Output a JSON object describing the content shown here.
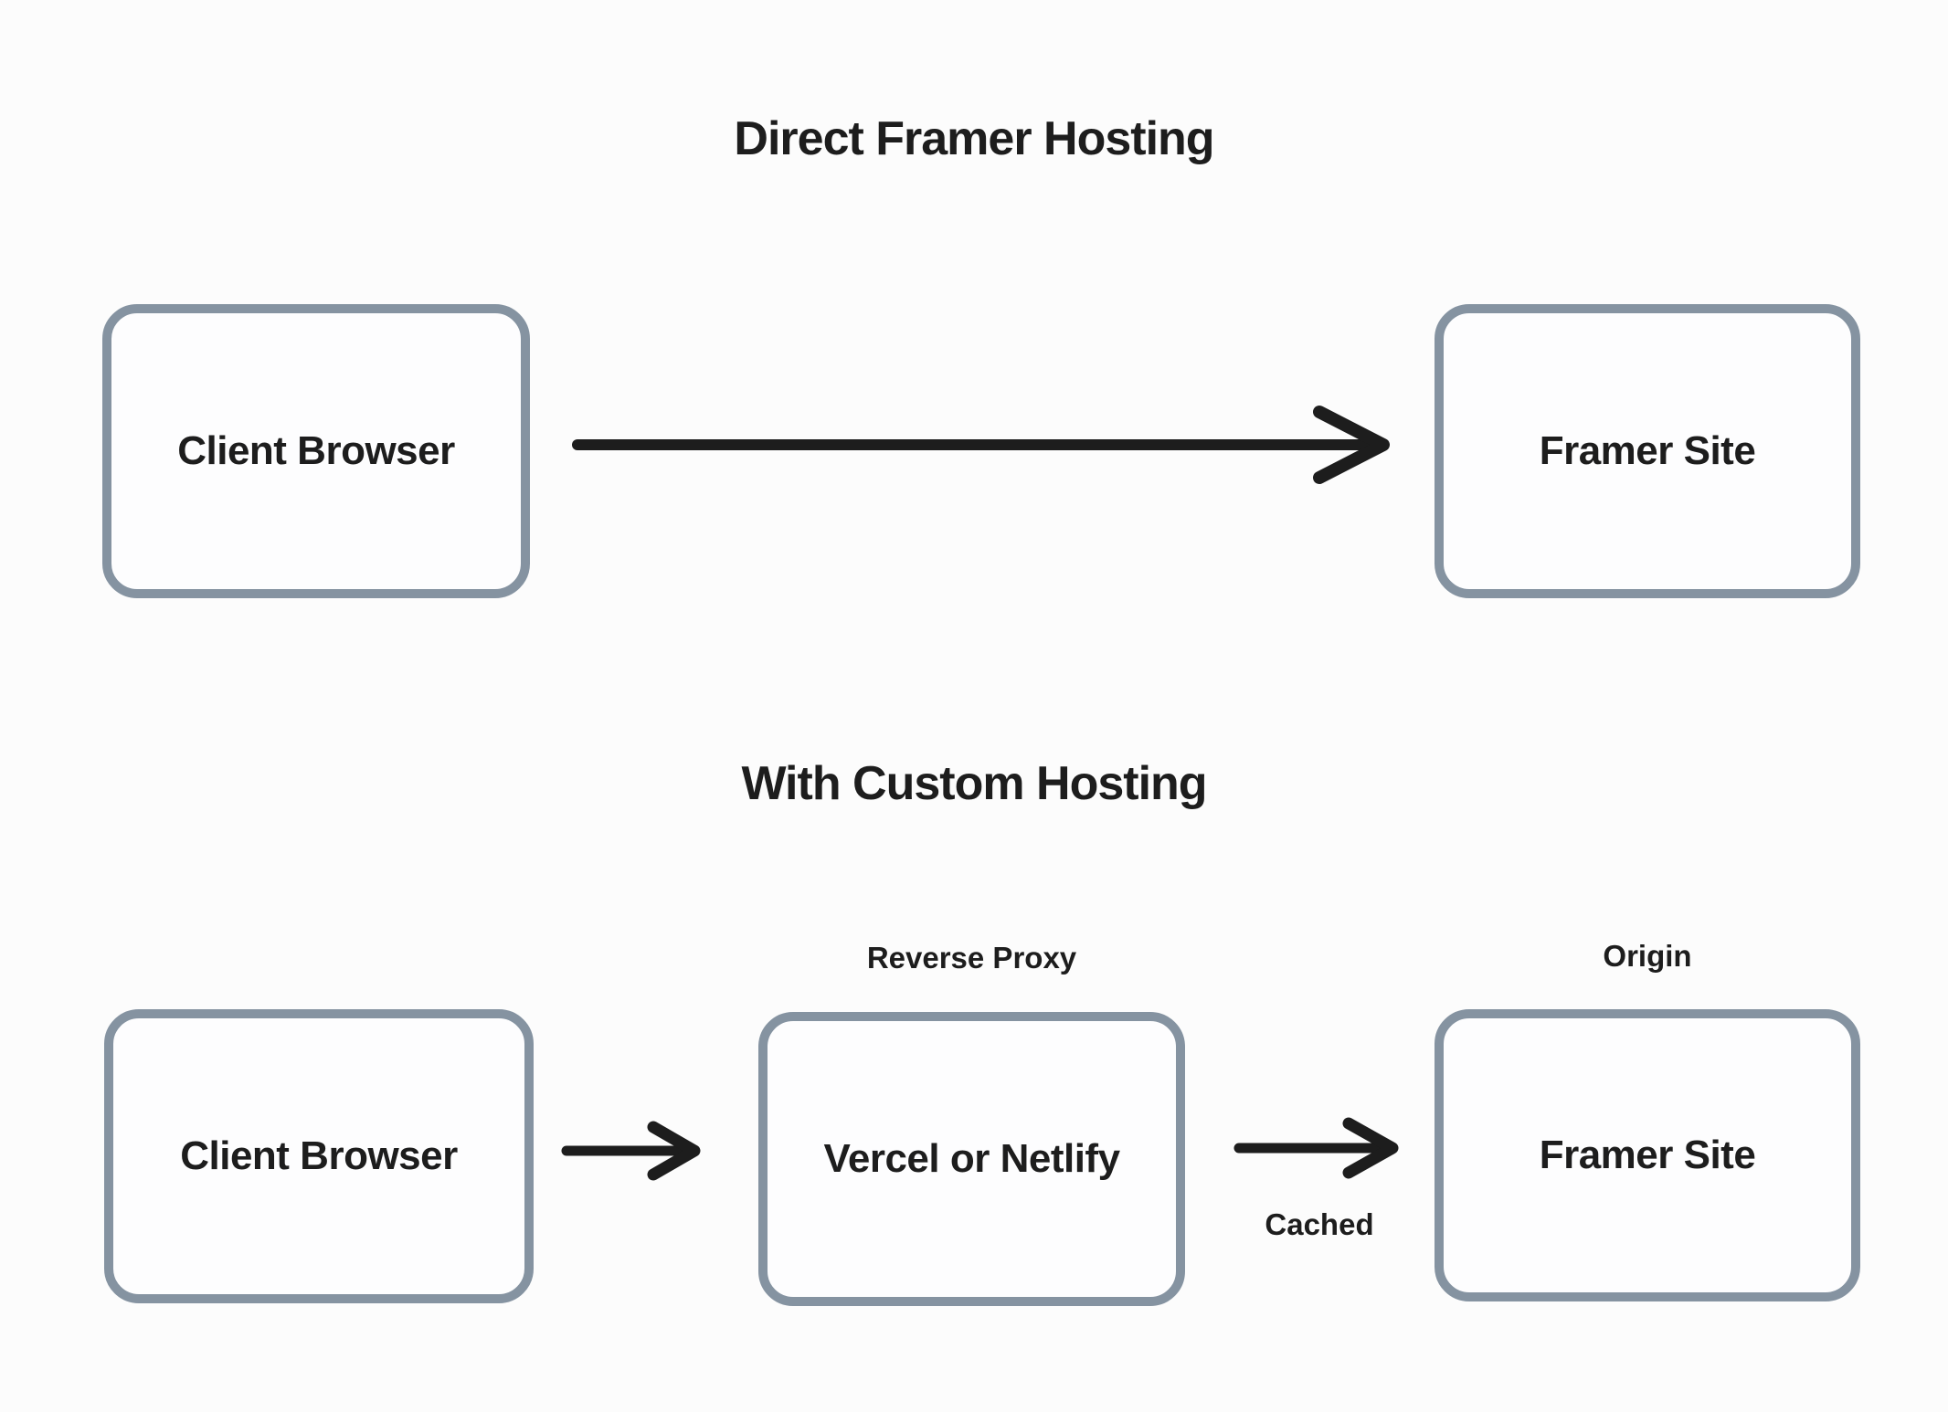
{
  "canvas": {
    "background": "#fcfcfc"
  },
  "colors": {
    "border": "#8593a1",
    "fill": "#fdfdfe",
    "ink": "#1d1d1d"
  },
  "sections": [
    {
      "title": "Direct Framer Hosting",
      "nodes": [
        {
          "label": "Client Browser"
        },
        {
          "label": "Framer Site"
        }
      ]
    },
    {
      "title": "With Custom Hosting",
      "nodes": [
        {
          "label": "Client Browser"
        },
        {
          "label": "Vercel or Netlify",
          "caption": "Reverse Proxy"
        },
        {
          "label": "Framer Site",
          "caption": "Origin"
        }
      ],
      "arrow_label": "Cached"
    }
  ]
}
